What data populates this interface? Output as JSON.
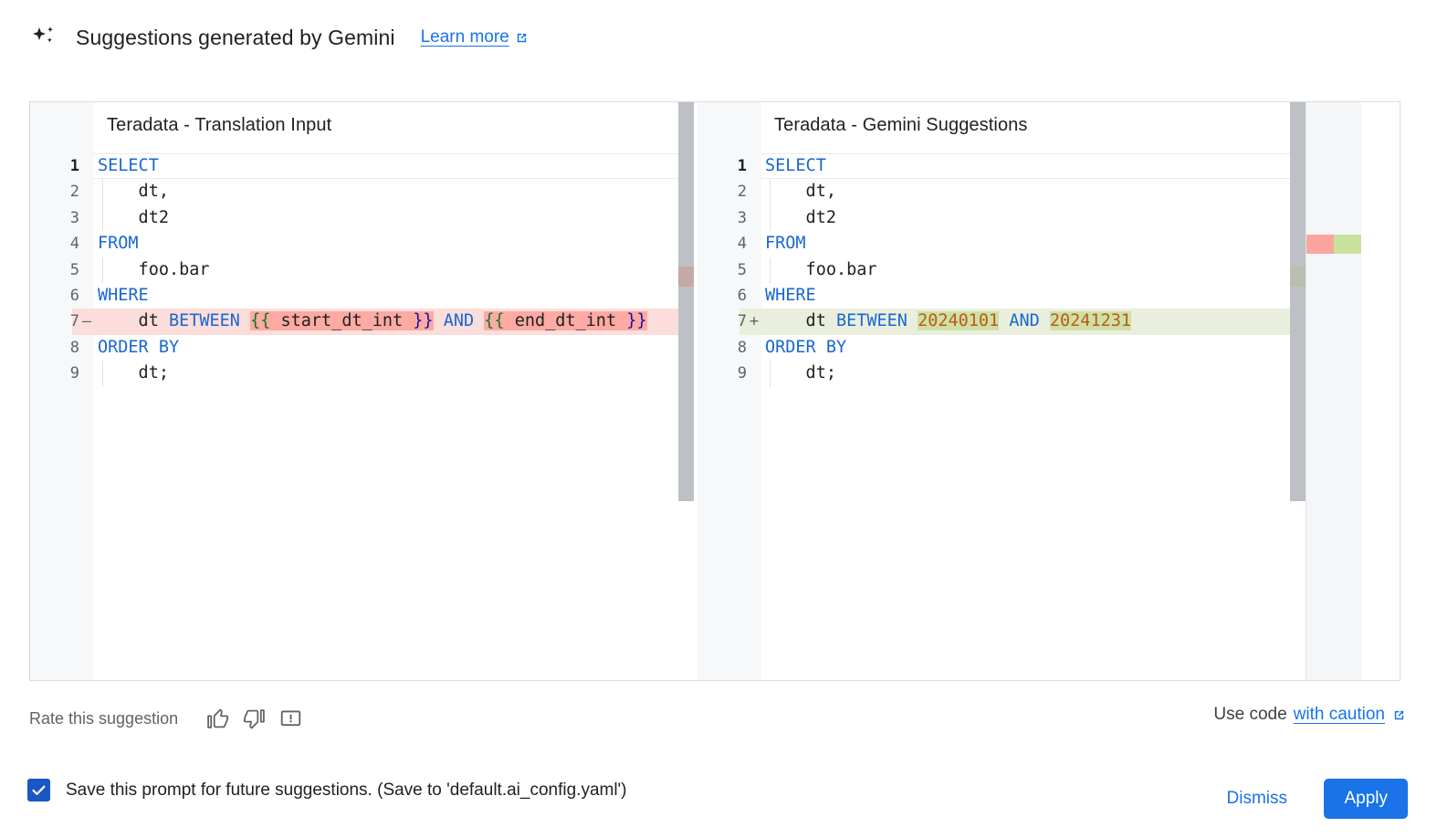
{
  "header": {
    "sparkle_icon": "sparkle-icon",
    "title": "Suggestions generated by Gemini",
    "learn_more": "Learn more",
    "external_icon": "external-link-icon"
  },
  "diff": {
    "left": {
      "title": "Teradata - Translation Input",
      "lines": [
        {
          "n": "1",
          "sign": "",
          "state": "cur",
          "indent": false,
          "tokens": [
            {
              "t": "SELECT",
              "c": "kw"
            }
          ]
        },
        {
          "n": "2",
          "sign": "",
          "state": "",
          "indent": true,
          "tokens": [
            {
              "t": "    dt,",
              "c": ""
            }
          ]
        },
        {
          "n": "3",
          "sign": "",
          "state": "",
          "indent": true,
          "tokens": [
            {
              "t": "    dt2",
              "c": ""
            }
          ]
        },
        {
          "n": "4",
          "sign": "",
          "state": "",
          "indent": false,
          "tokens": [
            {
              "t": "FROM",
              "c": "kw"
            }
          ]
        },
        {
          "n": "5",
          "sign": "",
          "state": "",
          "indent": true,
          "tokens": [
            {
              "t": "    foo.bar",
              "c": ""
            }
          ]
        },
        {
          "n": "6",
          "sign": "",
          "state": "",
          "indent": false,
          "tokens": [
            {
              "t": "WHERE",
              "c": "kw"
            }
          ]
        },
        {
          "n": "7",
          "sign": "—",
          "state": "del",
          "indent": false,
          "tokens": [
            {
              "t": "    dt ",
              "c": ""
            },
            {
              "t": "BETWEEN",
              "c": "kw"
            },
            {
              "t": " ",
              "c": ""
            },
            {
              "t": "{{",
              "c": "brc-g hl-del"
            },
            {
              "t": " start_dt_int ",
              "c": "hl-del"
            },
            {
              "t": "}}",
              "c": "brc-b hl-del"
            },
            {
              "t": " ",
              "c": ""
            },
            {
              "t": "AND",
              "c": "kw"
            },
            {
              "t": " ",
              "c": ""
            },
            {
              "t": "{{",
              "c": "brc-g hl-del"
            },
            {
              "t": " end_dt_int ",
              "c": "hl-del"
            },
            {
              "t": "}}",
              "c": "brc-b hl-del"
            }
          ]
        },
        {
          "n": "8",
          "sign": "",
          "state": "",
          "indent": false,
          "tokens": [
            {
              "t": "ORDER BY",
              "c": "kw"
            }
          ]
        },
        {
          "n": "9",
          "sign": "",
          "state": "",
          "indent": true,
          "tokens": [
            {
              "t": "    dt;",
              "c": ""
            }
          ]
        }
      ]
    },
    "right": {
      "title": "Teradata - Gemini Suggestions",
      "lines": [
        {
          "n": "1",
          "sign": "",
          "state": "cur",
          "indent": false,
          "tokens": [
            {
              "t": "SELECT",
              "c": "kw"
            }
          ]
        },
        {
          "n": "2",
          "sign": "",
          "state": "",
          "indent": true,
          "tokens": [
            {
              "t": "    dt,",
              "c": ""
            }
          ]
        },
        {
          "n": "3",
          "sign": "",
          "state": "",
          "indent": true,
          "tokens": [
            {
              "t": "    dt2",
              "c": ""
            }
          ]
        },
        {
          "n": "4",
          "sign": "",
          "state": "",
          "indent": false,
          "tokens": [
            {
              "t": "FROM",
              "c": "kw"
            }
          ]
        },
        {
          "n": "5",
          "sign": "",
          "state": "",
          "indent": true,
          "tokens": [
            {
              "t": "    foo.bar",
              "c": ""
            }
          ]
        },
        {
          "n": "6",
          "sign": "",
          "state": "",
          "indent": false,
          "tokens": [
            {
              "t": "WHERE",
              "c": "kw"
            }
          ]
        },
        {
          "n": "7",
          "sign": "+",
          "state": "ins",
          "indent": false,
          "tokens": [
            {
              "t": "    dt ",
              "c": ""
            },
            {
              "t": "BETWEEN",
              "c": "kw"
            },
            {
              "t": " ",
              "c": ""
            },
            {
              "t": "20240101",
              "c": "num hl-ins"
            },
            {
              "t": " ",
              "c": ""
            },
            {
              "t": "AND",
              "c": "kw"
            },
            {
              "t": " ",
              "c": ""
            },
            {
              "t": "20241231",
              "c": "num hl-ins"
            }
          ]
        },
        {
          "n": "8",
          "sign": "",
          "state": "",
          "indent": false,
          "tokens": [
            {
              "t": "ORDER BY",
              "c": "kw"
            }
          ]
        },
        {
          "n": "9",
          "sign": "",
          "state": "",
          "indent": true,
          "tokens": [
            {
              "t": "    dt;",
              "c": ""
            }
          ]
        }
      ]
    },
    "overview_marks": [
      {
        "kind": "removed",
        "color": "#fca5a0"
      },
      {
        "kind": "added",
        "color": "#c9e29b"
      }
    ]
  },
  "rate": {
    "label": "Rate this suggestion",
    "thumb_up_icon": "thumb-up-icon",
    "thumb_down_icon": "thumb-down-icon",
    "report_icon": "report-icon"
  },
  "use_code": {
    "prefix": "Use code",
    "link": "with caution",
    "external_icon": "external-link-icon"
  },
  "footer": {
    "checkbox_checked": true,
    "checkbox_label": "Save this prompt for future suggestions. (Save to 'default.ai_config.yaml')",
    "dismiss_label": "Dismiss",
    "apply_label": "Apply"
  },
  "colors": {
    "accent": "#1a73e8",
    "keyword": "#1967d2",
    "number": "#b85c17",
    "diff_removed_bg": "#fbdedb",
    "diff_removed_token": "#fcaaa2",
    "diff_added_bg": "#eaefdd",
    "diff_added_token": "#cfe0a7",
    "scrollbar": "#bdc1c6",
    "border": "#dadce0"
  }
}
